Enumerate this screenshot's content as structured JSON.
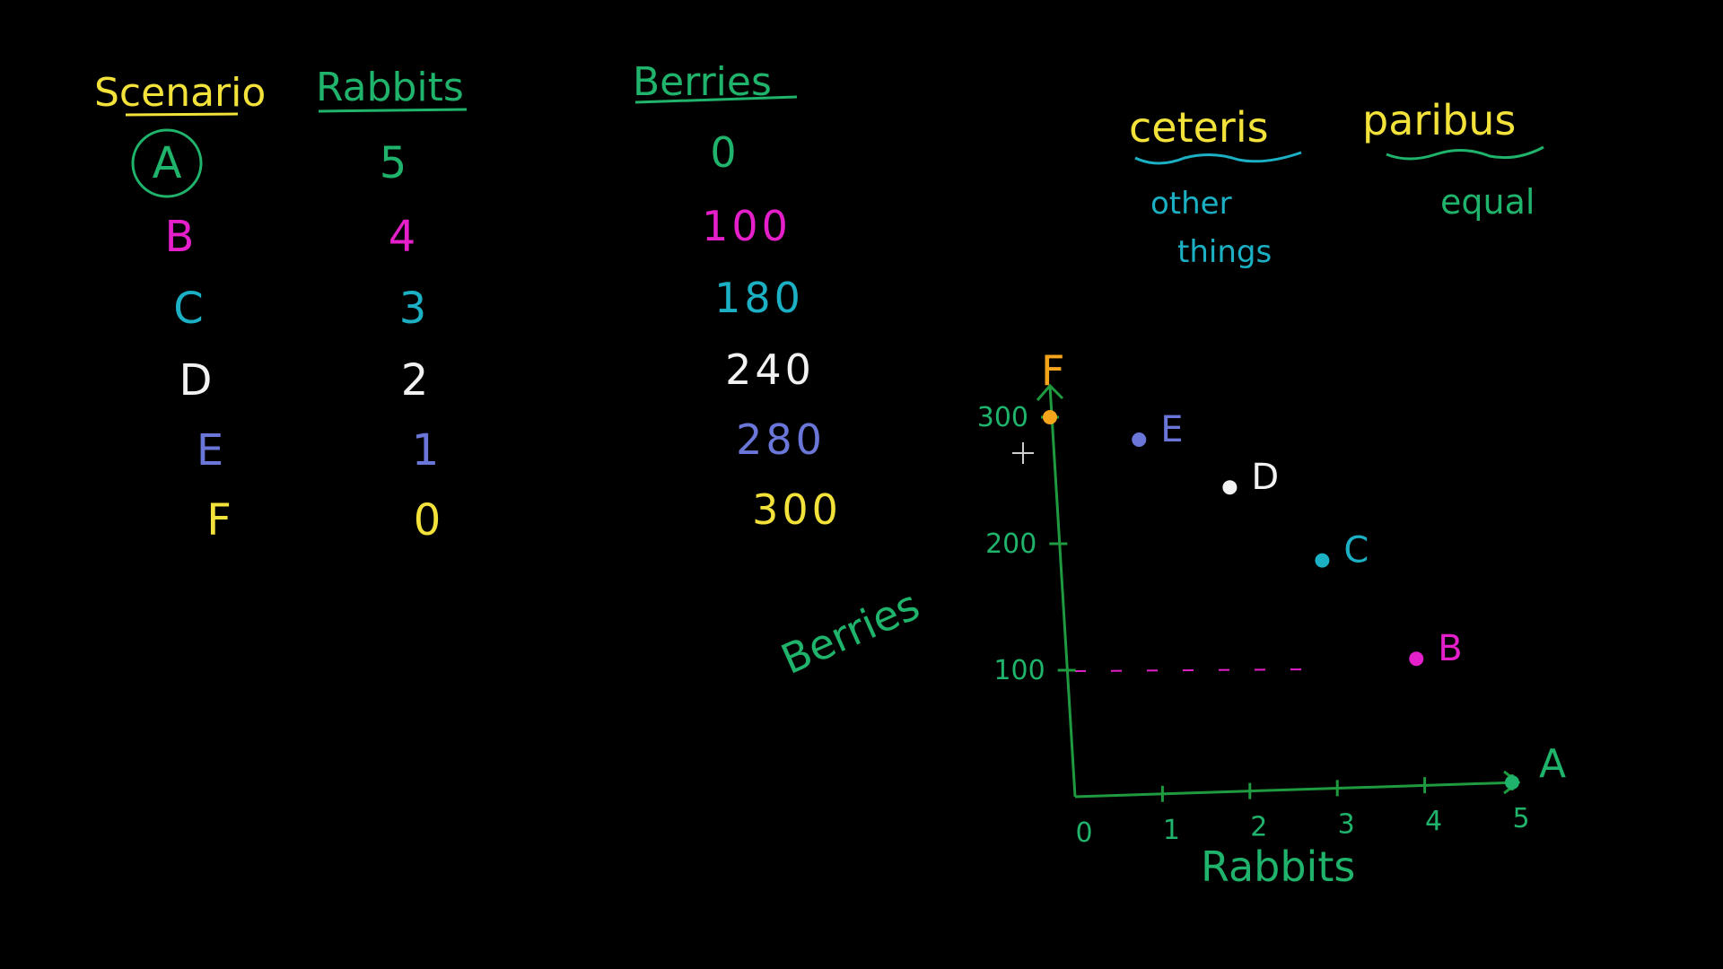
{
  "colors": {
    "background": "#000000",
    "yellow": "#f2e23a",
    "green": "#1fb36b",
    "teal": "#1bb0c4",
    "magenta": "#e51fc9",
    "periwinkle": "#6b76d9",
    "white": "#f2f2f2",
    "axis": "#1f9a3f",
    "orange": "#f5a51b"
  },
  "table": {
    "headers": {
      "scenario": "Scenario",
      "rabbits": "Rabbits",
      "berries": "Berries"
    },
    "rows": [
      {
        "scenario": "A",
        "rabbits": "5",
        "berries": "0",
        "color": "#1fb36b",
        "circled": true
      },
      {
        "scenario": "B",
        "rabbits": "4",
        "berries": "100",
        "color": "#e51fc9"
      },
      {
        "scenario": "C",
        "rabbits": "3",
        "berries": "180",
        "color": "#1bb0c4"
      },
      {
        "scenario": "D",
        "rabbits": "2",
        "berries": "240",
        "color": "#f2f2f2"
      },
      {
        "scenario": "E",
        "rabbits": "1",
        "berries": "280",
        "color": "#6b76d9"
      },
      {
        "scenario": "F",
        "rabbits": "0",
        "berries": "300",
        "color": "#f2e23a"
      }
    ]
  },
  "notes": {
    "ceteris": "ceteris",
    "paribus": "paribus",
    "other_things": "other",
    "things": "things",
    "equal": "equal"
  },
  "chart_data": {
    "type": "scatter",
    "xlabel": "Rabbits",
    "ylabel": "Berries",
    "xlim": [
      0,
      5
    ],
    "ylim": [
      0,
      300
    ],
    "x_ticks": [
      "0",
      "1",
      "2",
      "3",
      "4",
      "5"
    ],
    "y_ticks": [
      "100",
      "200",
      "300"
    ],
    "points": [
      {
        "label": "A",
        "x": 5,
        "y": 0,
        "color": "#1fb36b"
      },
      {
        "label": "B",
        "x": 4,
        "y": 100,
        "color": "#e51fc9"
      },
      {
        "label": "C",
        "x": 3,
        "y": 180,
        "color": "#1bb0c4"
      },
      {
        "label": "D",
        "x": 2,
        "y": 240,
        "color": "#f2f2f2"
      },
      {
        "label": "E",
        "x": 1,
        "y": 280,
        "color": "#6b76d9"
      },
      {
        "label": "F",
        "x": 0,
        "y": 300,
        "color": "#f5a51b"
      }
    ]
  }
}
